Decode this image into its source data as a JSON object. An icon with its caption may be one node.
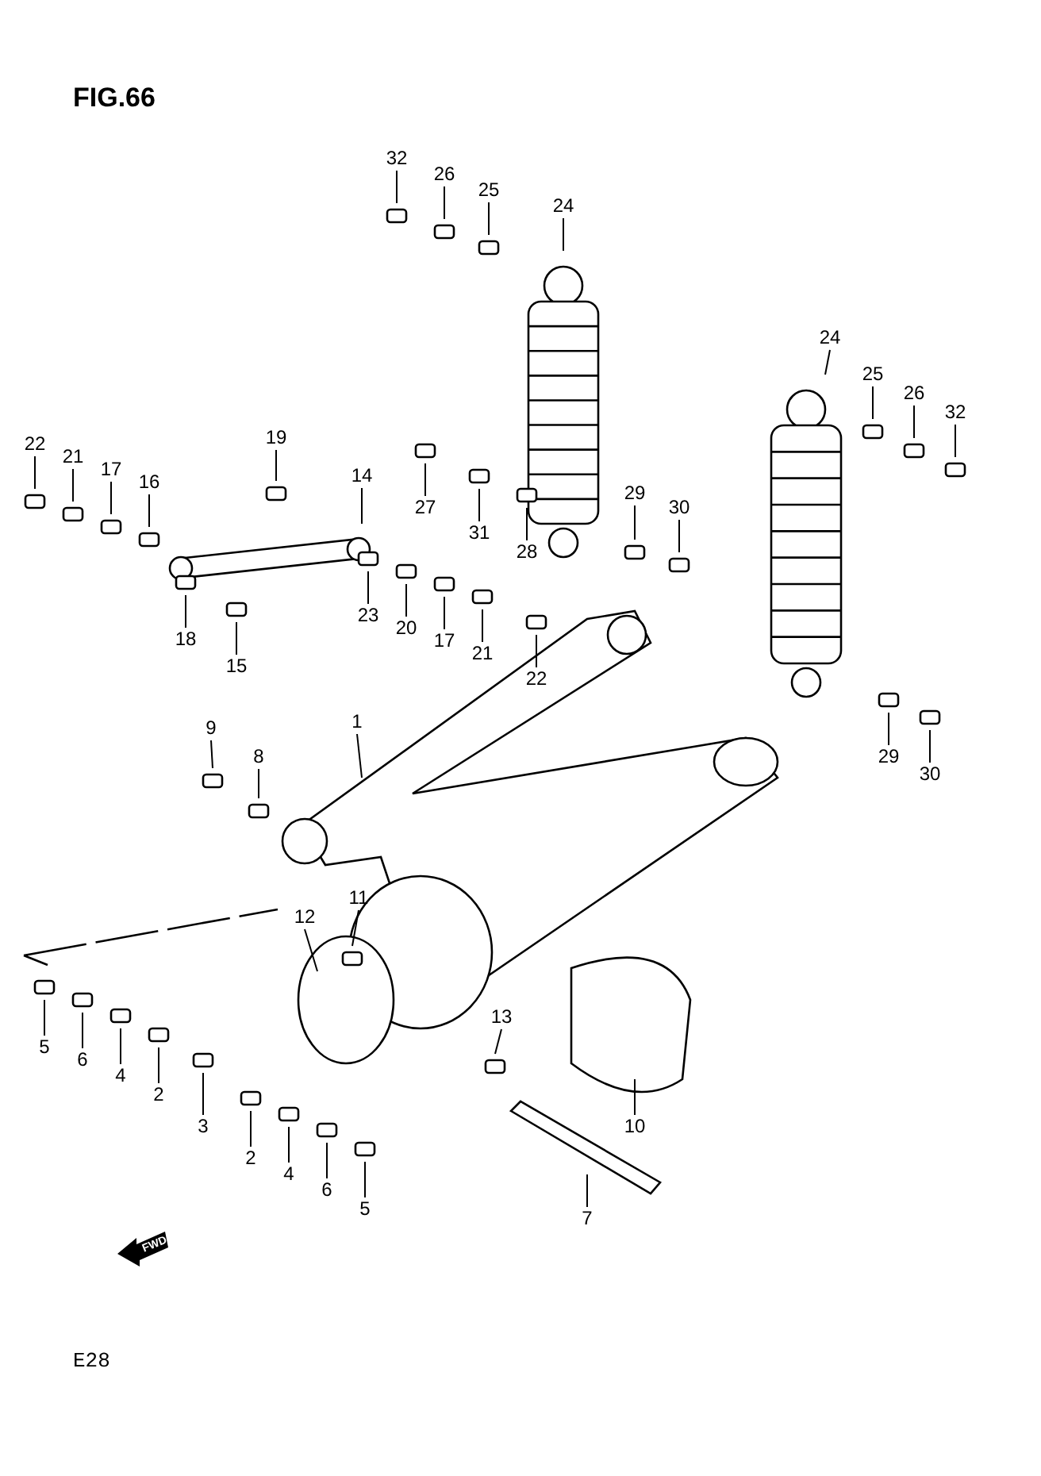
{
  "diagram": {
    "title": "FIG.66",
    "nodes": [
      {
        "text": [
          "32"
        ]
      },
      {
        "text": [
          "26"
        ]
      },
      {
        "text": [
          "25"
        ]
      },
      {
        "text": [
          "24"
        ]
      },
      {
        "text": [
          "24"
        ]
      },
      {
        "text": [
          "25"
        ]
      },
      {
        "text": [
          "26"
        ]
      },
      {
        "text": [
          "32"
        ]
      },
      {
        "text": [
          "22"
        ]
      },
      {
        "text": [
          "21"
        ]
      },
      {
        "text": [
          "17"
        ]
      },
      {
        "text": [
          "16"
        ]
      },
      {
        "text": [
          "19"
        ]
      },
      {
        "text": [
          "14"
        ]
      },
      {
        "text": [
          "27"
        ]
      },
      {
        "text": [
          "31"
        ]
      },
      {
        "text": [
          "28"
        ]
      },
      {
        "text": [
          "29"
        ]
      },
      {
        "text": [
          "30"
        ]
      },
      {
        "text": [
          "23"
        ]
      },
      {
        "text": [
          "20"
        ]
      },
      {
        "text": [
          "17"
        ]
      },
      {
        "text": [
          "21"
        ]
      },
      {
        "text": [
          "22"
        ]
      },
      {
        "text": [
          "18"
        ]
      },
      {
        "text": [
          "15"
        ]
      },
      {
        "text": [
          "29"
        ]
      },
      {
        "text": [
          "30"
        ]
      },
      {
        "text": [
          "1"
        ]
      },
      {
        "text": [
          "9"
        ]
      },
      {
        "text": [
          "8"
        ]
      },
      {
        "text": [
          "12"
        ]
      },
      {
        "text": [
          "11"
        ]
      },
      {
        "text": [
          "13"
        ]
      },
      {
        "text": [
          "5"
        ]
      },
      {
        "text": [
          "6"
        ]
      },
      {
        "text": [
          "4"
        ]
      },
      {
        "text": [
          "2"
        ]
      },
      {
        "text": [
          "3"
        ]
      },
      {
        "text": [
          "2"
        ]
      },
      {
        "text": [
          "4"
        ]
      },
      {
        "text": [
          "6"
        ]
      },
      {
        "text": [
          "5"
        ]
      },
      {
        "text": [
          "10"
        ]
      },
      {
        "text": [
          "7"
        ]
      }
    ],
    "edges": [
      {
        "from": 0,
        "to": null,
        "arrow": "none"
      },
      {
        "from": 1,
        "to": null,
        "arrow": "none"
      },
      {
        "from": 2,
        "to": null,
        "arrow": "none"
      },
      {
        "from": 3,
        "to": null,
        "arrow": "none"
      },
      {
        "from": 4,
        "to": null,
        "arrow": "none"
      },
      {
        "from": 5,
        "to": null,
        "arrow": "none"
      },
      {
        "from": 6,
        "to": null,
        "arrow": "none"
      },
      {
        "from": 7,
        "to": null,
        "arrow": "none"
      },
      {
        "from": 8,
        "to": null,
        "arrow": "none"
      },
      {
        "from": 9,
        "to": null,
        "arrow": "none"
      },
      {
        "from": 10,
        "to": null,
        "arrow": "none"
      },
      {
        "from": 11,
        "to": null,
        "arrow": "none"
      },
      {
        "from": 12,
        "to": null,
        "arrow": "none"
      },
      {
        "from": 13,
        "to": null,
        "arrow": "none"
      },
      {
        "from": 14,
        "to": null,
        "arrow": "none"
      },
      {
        "from": 15,
        "to": null,
        "arrow": "none"
      },
      {
        "from": 16,
        "to": null,
        "arrow": "none"
      },
      {
        "from": 17,
        "to": null,
        "arrow": "none"
      },
      {
        "from": 18,
        "to": null,
        "arrow": "none"
      },
      {
        "from": 19,
        "to": null,
        "arrow": "none"
      },
      {
        "from": 20,
        "to": null,
        "arrow": "none"
      },
      {
        "from": 21,
        "to": null,
        "arrow": "none"
      },
      {
        "from": 22,
        "to": null,
        "arrow": "none"
      },
      {
        "from": 23,
        "to": null,
        "arrow": "none"
      },
      {
        "from": 24,
        "to": null,
        "arrow": "none"
      },
      {
        "from": 25,
        "to": null,
        "arrow": "none"
      },
      {
        "from": 26,
        "to": null,
        "arrow": "none"
      },
      {
        "from": 27,
        "to": null,
        "arrow": "none"
      },
      {
        "from": 28,
        "to": null,
        "arrow": "none"
      },
      {
        "from": 29,
        "to": null,
        "arrow": "none"
      },
      {
        "from": 30,
        "to": null,
        "arrow": "none"
      },
      {
        "from": 31,
        "to": null,
        "arrow": "none"
      },
      {
        "from": 32,
        "to": null,
        "arrow": "none"
      },
      {
        "from": 33,
        "to": null,
        "arrow": "none"
      },
      {
        "from": 34,
        "to": null,
        "arrow": "none"
      },
      {
        "from": 35,
        "to": null,
        "arrow": "none"
      },
      {
        "from": 36,
        "to": null,
        "arrow": "none"
      },
      {
        "from": 37,
        "to": null,
        "arrow": "none"
      },
      {
        "from": 38,
        "to": null,
        "arrow": "none"
      },
      {
        "from": 39,
        "to": null,
        "arrow": "none"
      },
      {
        "from": 40,
        "to": null,
        "arrow": "none"
      },
      {
        "from": 41,
        "to": null,
        "arrow": "none"
      },
      {
        "from": 42,
        "to": null,
        "arrow": "none"
      },
      {
        "from": 43,
        "to": null,
        "arrow": "none"
      },
      {
        "from": 44,
        "to": null,
        "arrow": "none"
      }
    ],
    "labels": [
      "FWD",
      "E28"
    ]
  }
}
